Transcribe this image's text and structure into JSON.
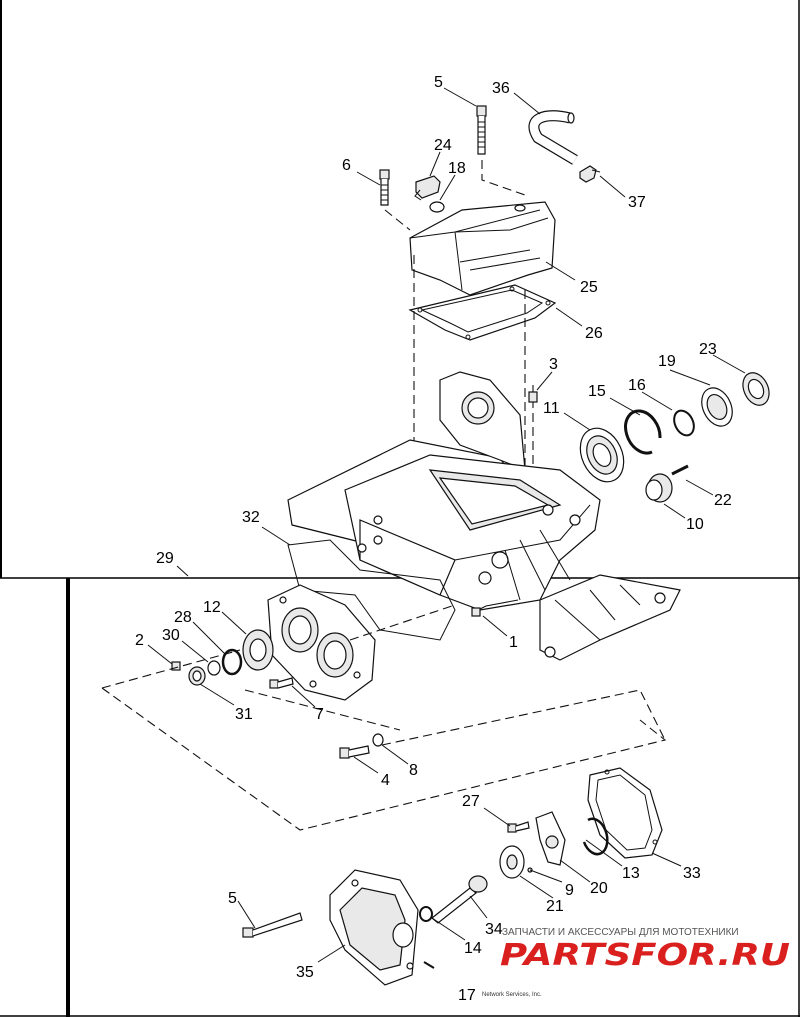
{
  "diagram": {
    "callouts": [
      {
        "id": "c5a",
        "text": "5"
      },
      {
        "id": "c36",
        "text": "36"
      },
      {
        "id": "c24",
        "text": "24"
      },
      {
        "id": "c6",
        "text": "6"
      },
      {
        "id": "c18",
        "text": "18"
      },
      {
        "id": "c37",
        "text": "37"
      },
      {
        "id": "c25",
        "text": "25"
      },
      {
        "id": "c26",
        "text": "26"
      },
      {
        "id": "c3",
        "text": "3"
      },
      {
        "id": "c19",
        "text": "19"
      },
      {
        "id": "c23",
        "text": "23"
      },
      {
        "id": "c15",
        "text": "15"
      },
      {
        "id": "c16",
        "text": "16"
      },
      {
        "id": "c11",
        "text": "11"
      },
      {
        "id": "c22",
        "text": "22"
      },
      {
        "id": "c10",
        "text": "10"
      },
      {
        "id": "c32",
        "text": "32"
      },
      {
        "id": "c29",
        "text": "29"
      },
      {
        "id": "c12",
        "text": "12"
      },
      {
        "id": "c28",
        "text": "28"
      },
      {
        "id": "c30",
        "text": "30"
      },
      {
        "id": "c2",
        "text": "2"
      },
      {
        "id": "c1",
        "text": "1"
      },
      {
        "id": "c31",
        "text": "31"
      },
      {
        "id": "c7",
        "text": "7"
      },
      {
        "id": "c4",
        "text": "4"
      },
      {
        "id": "c8",
        "text": "8"
      },
      {
        "id": "c27",
        "text": "27"
      },
      {
        "id": "c13",
        "text": "13"
      },
      {
        "id": "c33",
        "text": "33"
      },
      {
        "id": "c9",
        "text": "9"
      },
      {
        "id": "c20",
        "text": "20"
      },
      {
        "id": "c21",
        "text": "21"
      },
      {
        "id": "c5b",
        "text": "5"
      },
      {
        "id": "c34",
        "text": "34"
      },
      {
        "id": "c14",
        "text": "14"
      },
      {
        "id": "c35",
        "text": "35"
      },
      {
        "id": "c17",
        "text": "17"
      }
    ],
    "watermark_text": "ЗАПЧАСТИ И АКСЕССУАРЫ ДЛЯ МОТОТЕХНИКИ",
    "watermark_logo": "PARTSFOR.RU",
    "footer_credit": "Network Services, Inc.",
    "colors": {
      "line": "#111111",
      "background": "#ffffff",
      "watermark_logo": "#d9201f",
      "watermark_text": "#555555"
    }
  }
}
